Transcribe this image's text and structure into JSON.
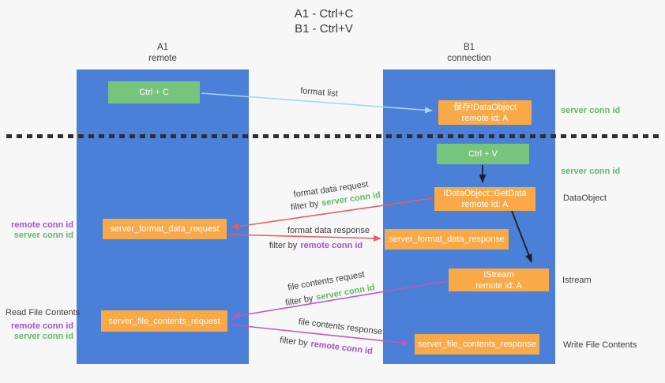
{
  "title": {
    "line1": "A1 - Ctrl+C",
    "line2": "B1 - Ctrl+V"
  },
  "lanes": {
    "a1": {
      "name": "A1",
      "subtitle": "remote"
    },
    "b1": {
      "name": "B1",
      "subtitle": "connection"
    }
  },
  "boxes": {
    "ctrl_c": "Ctrl + C",
    "ctrl_v": "Ctrl + V",
    "save_dataobject": {
      "line1": "保存IDataObject",
      "line2": "remote id: A"
    },
    "getdata": {
      "line1": "IDataObject::GetData",
      "line2": "remote id: A"
    },
    "istream": {
      "line1": "IStream",
      "line2": "remote id: A"
    },
    "format_request": "server_format_data_request",
    "format_response": "server_format_data_response",
    "file_request": "server_file_contents_request",
    "file_response": "server_file_contents_response"
  },
  "arrow_labels": {
    "format_list": "format list",
    "format_data_request": {
      "line": "format data request",
      "filter": "filter by",
      "key": "server conn id"
    },
    "format_data_response": {
      "line": "format data response",
      "filter": "filter by",
      "key": "remote conn id"
    },
    "file_contents_request": {
      "line": "file contents request",
      "filter": "filter by",
      "key": "server conn id"
    },
    "file_contents_response": {
      "line": "file contents response",
      "filter": "filter by",
      "key": "remote conn id"
    }
  },
  "side_labels": {
    "left": {
      "format": {
        "remote": "remote conn id",
        "server": "server conn id"
      },
      "read": "Read File Contents",
      "file": {
        "remote": "remote conn id",
        "server": "server conn id"
      }
    },
    "right": {
      "server_conn_top": "server conn id",
      "server_conn_mid": "server conn id",
      "dataobject": "DataObject",
      "istream": "Istream",
      "write": "Write File Contents"
    }
  },
  "colors": {
    "lane_blue": "#4a80d8",
    "green_box": "#77c57c",
    "orange_box": "#f9a948",
    "arrow_blue": "#a5d6f2",
    "arrow_red": "#e4605e",
    "arrow_magenta": "#c058c4",
    "arrow_black": "#1f1f1f",
    "text_green": "#5fbb63",
    "text_purple": "#ab4fc8",
    "text_gray": "#3d3d3d"
  }
}
